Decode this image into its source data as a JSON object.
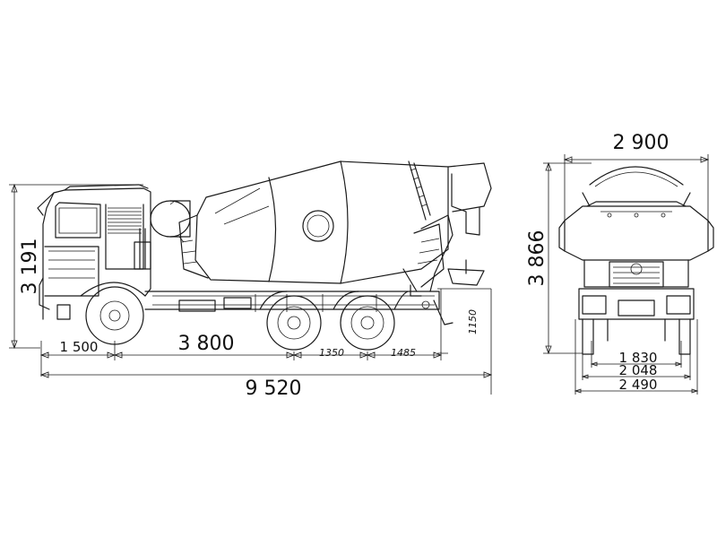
{
  "side_view": {
    "height_dim": "3 191",
    "front_overhang_dim": "1 500",
    "wheelbase_dim": "3 800",
    "rear_axle_spacing_dim": "1350",
    "rear_overhang_dim": "1485",
    "chute_height_dim": "1150",
    "overall_length_dim": "9 520"
  },
  "front_view": {
    "overall_width_dim": "2 900",
    "overall_height_dim": "3 866",
    "track_width_dim": "1 830",
    "axle_width_dim": "2 048",
    "body_width_dim": "2 490"
  }
}
